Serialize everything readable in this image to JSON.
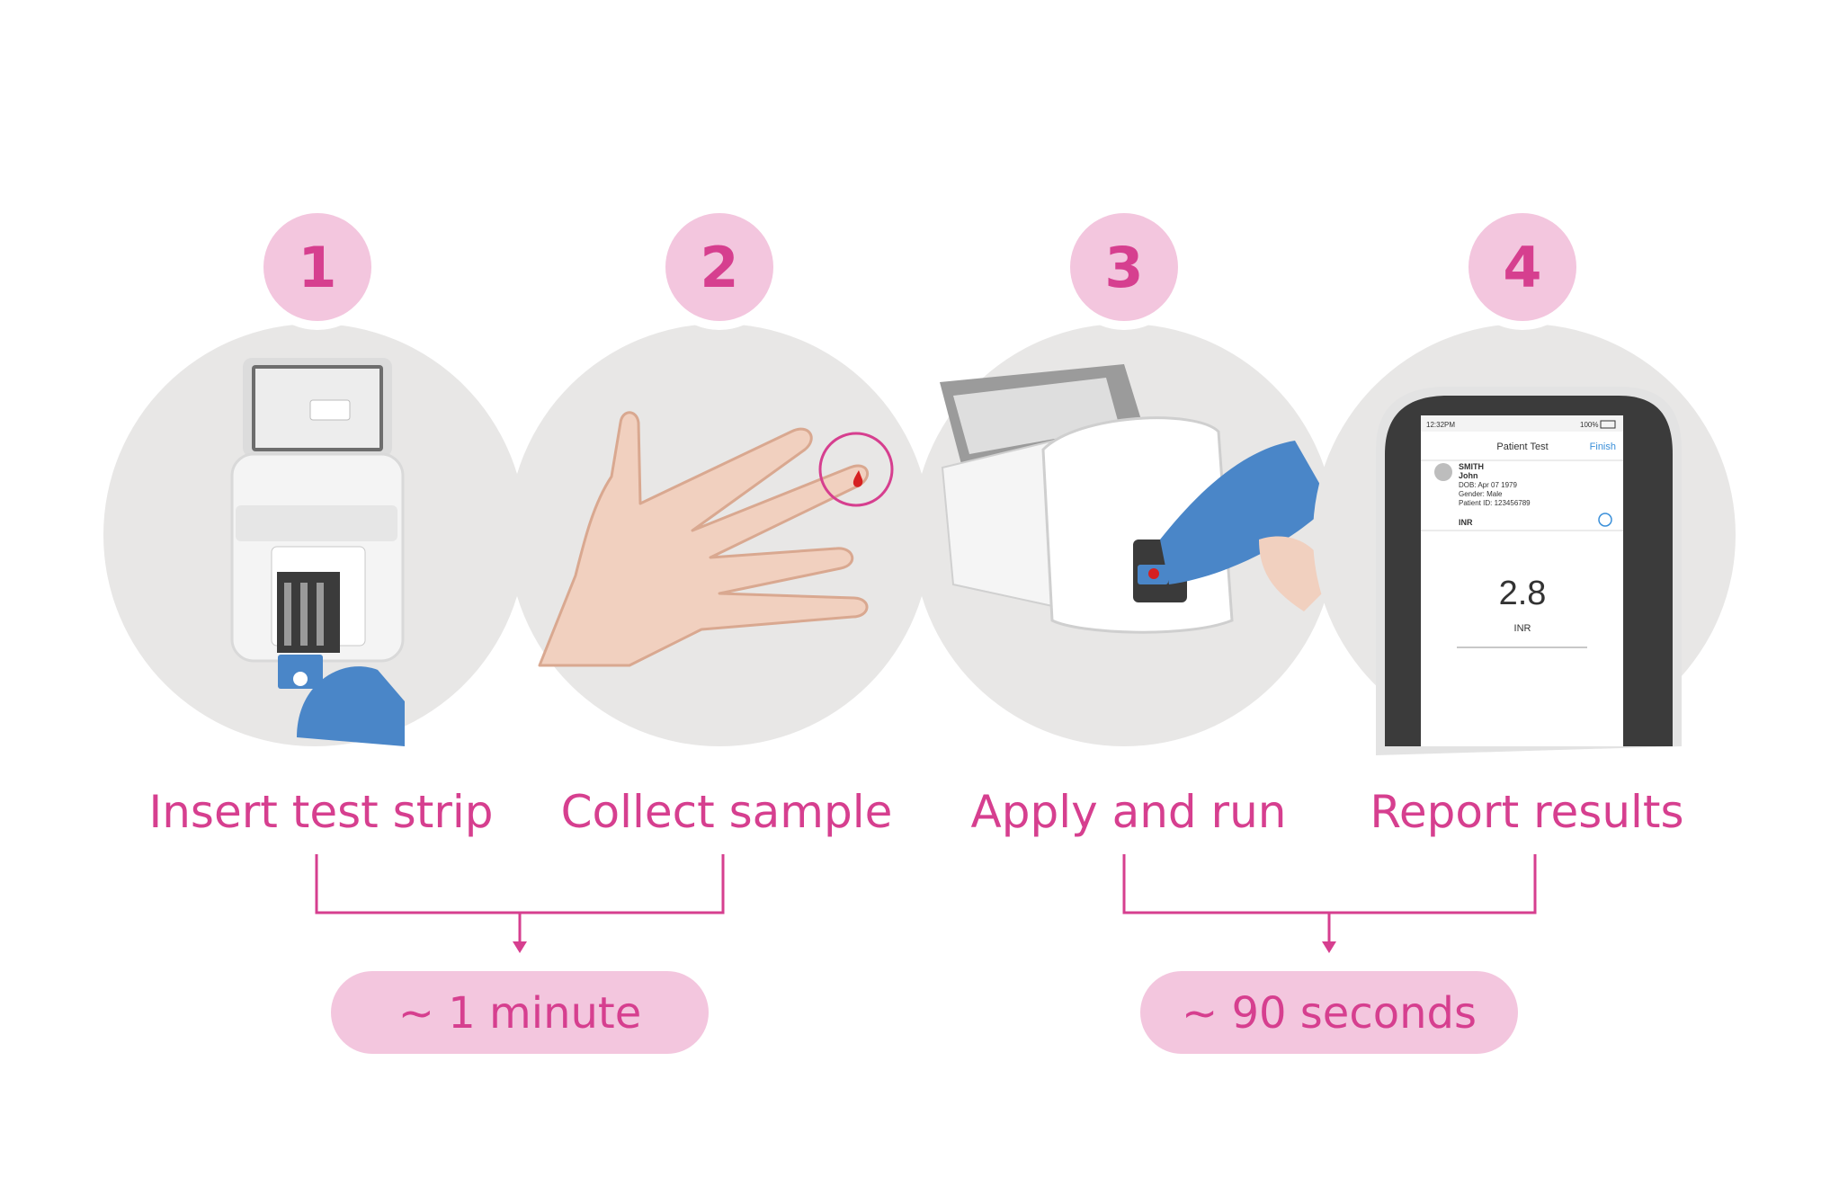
{
  "colors": {
    "accent": "#d63f8f",
    "badge_fill": "#f3c6de",
    "panel_fill": "#e8e7e6",
    "glove_blue": "#4a86c8",
    "skin": "#f1d0bf",
    "blood": "#d62020"
  },
  "steps": [
    {
      "number": "1",
      "label": "Insert test strip",
      "illustration": "device-with-strip"
    },
    {
      "number": "2",
      "label": "Collect sample",
      "illustration": "hand-finger-prick"
    },
    {
      "number": "3",
      "label": "Apply and run",
      "illustration": "apply-to-strip"
    },
    {
      "number": "4",
      "label": "Report results",
      "illustration": "result-screen"
    }
  ],
  "durations": [
    {
      "text": "~ 1 minute"
    },
    {
      "text": "~ 90 seconds"
    }
  ],
  "result_screen": {
    "time": "12:32PM",
    "battery": "100%",
    "title": "Patient Test",
    "finish": "Finish",
    "last_name": "SMITH",
    "first_name": "John",
    "dob": "DOB: Apr 07 1979",
    "gender": "Gender: Male",
    "patient_id": "Patient ID: 123456789",
    "test_name": "INR",
    "value": "2.8",
    "unit": "INR"
  }
}
